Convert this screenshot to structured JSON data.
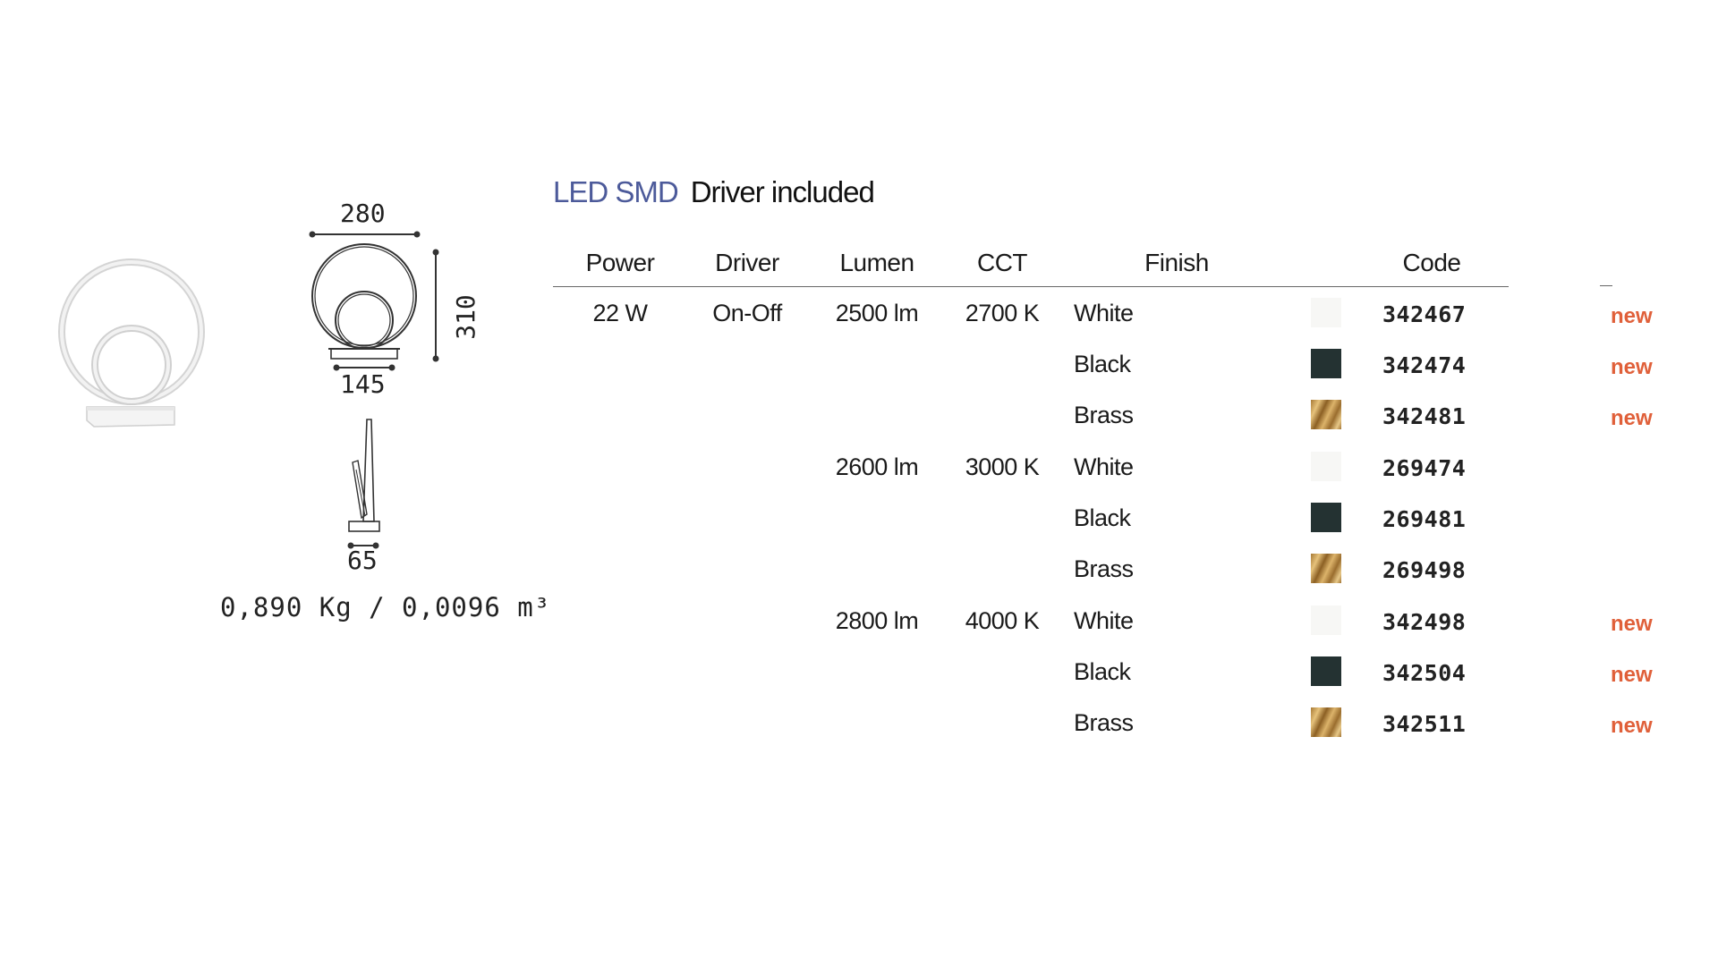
{
  "heading": {
    "technology": "LED SMD",
    "driver_note": "Driver included"
  },
  "drawing": {
    "width": "280",
    "height": "310",
    "base_width": "145",
    "depth": "65",
    "weight_volume": "0,890 Kg / 0,0096 m³"
  },
  "table": {
    "headers": {
      "power": "Power",
      "driver": "Driver",
      "lumen": "Lumen",
      "cct": "CCT",
      "finish": "Finish",
      "code": "Code"
    },
    "power": "22 W",
    "driver": "On-Off",
    "groups": [
      {
        "lumen": "2500 lm",
        "cct": "2700 K"
      },
      {
        "lumen": "2600 lm",
        "cct": "3000 K"
      },
      {
        "lumen": "2800 lm",
        "cct": "4000 K"
      }
    ],
    "rows": [
      {
        "finish": "White",
        "swatch": "white",
        "code": "342467",
        "new": "new"
      },
      {
        "finish": "Black",
        "swatch": "black",
        "code": "342474",
        "new": "new"
      },
      {
        "finish": "Brass",
        "swatch": "brass",
        "code": "342481",
        "new": "new"
      },
      {
        "finish": "White",
        "swatch": "white",
        "code": "269474",
        "new": ""
      },
      {
        "finish": "Black",
        "swatch": "black",
        "code": "269481",
        "new": ""
      },
      {
        "finish": "Brass",
        "swatch": "brass",
        "code": "269498",
        "new": ""
      },
      {
        "finish": "White",
        "swatch": "white",
        "code": "342498",
        "new": "new"
      },
      {
        "finish": "Black",
        "swatch": "black",
        "code": "342504",
        "new": "new"
      },
      {
        "finish": "Brass",
        "swatch": "brass",
        "code": "342511",
        "new": "new"
      }
    ]
  },
  "colors": {
    "technology_text": "#4c5a9a",
    "new_badge": "#e0603a",
    "swatch_white": "#f7f7f5",
    "swatch_black": "#243232",
    "swatch_brass": "#c49a52"
  }
}
